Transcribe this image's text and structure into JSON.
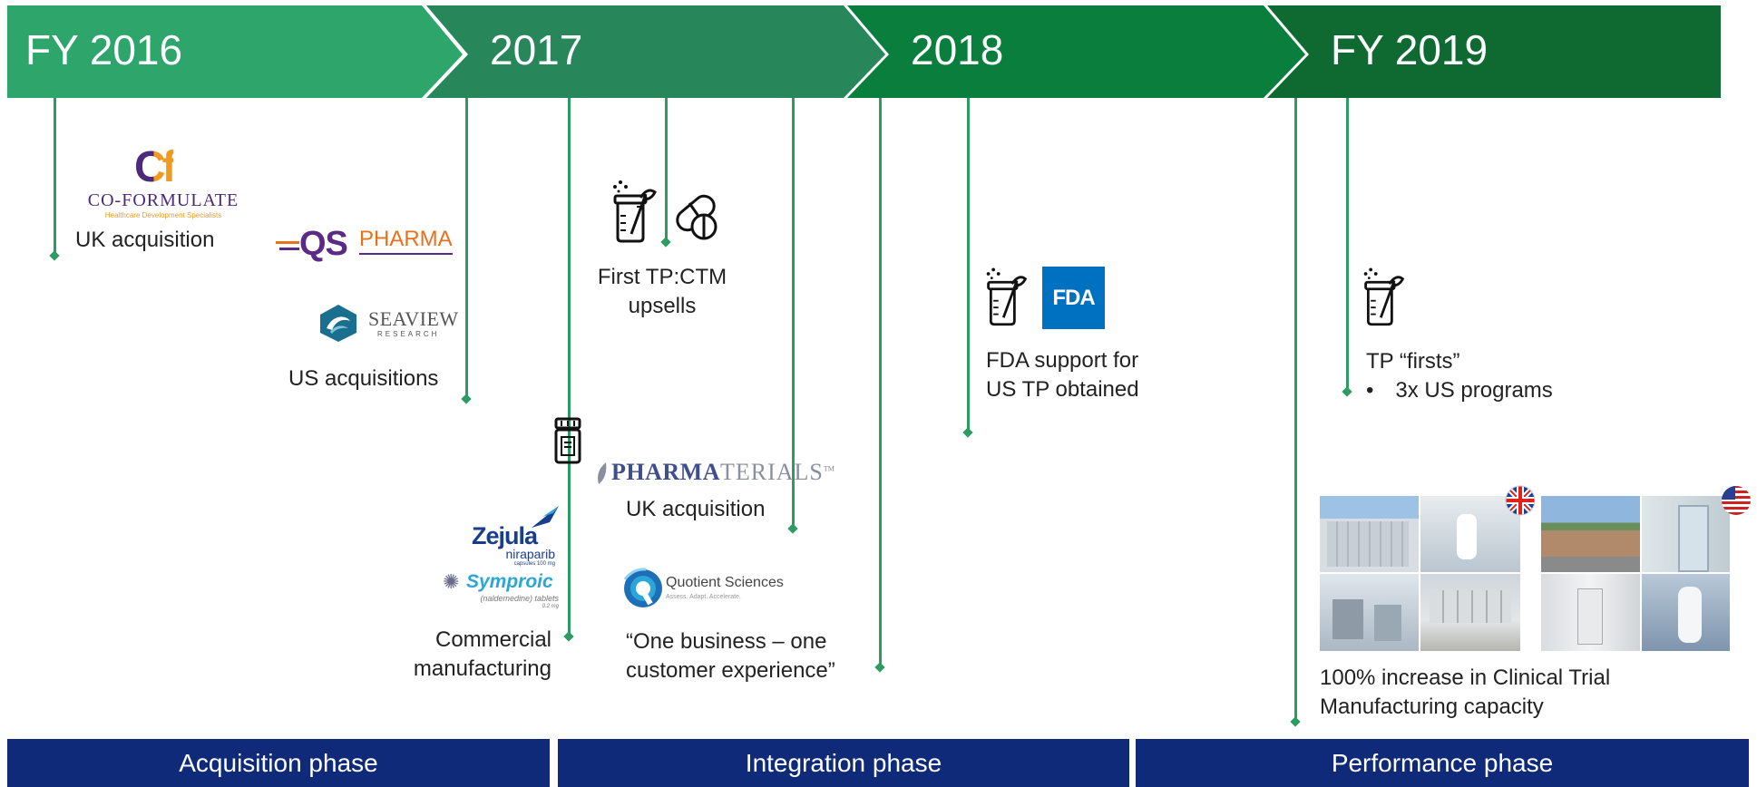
{
  "timeline": {
    "years": [
      "FY 2016",
      "2017",
      "2018",
      "FY 2019"
    ]
  },
  "events": {
    "coformulate": {
      "logo_mark": "Cf",
      "logo_name": "CO-FORMULATE",
      "logo_tagline": "Healthcare Development Specialists",
      "caption": "UK acquisition"
    },
    "qs": {
      "logo_qs": "QS",
      "logo_pharma": "PHARMA"
    },
    "seaview": {
      "logo_name": "SEAVIEW",
      "logo_sub": "RESEARCH",
      "caption": "US acquisitions"
    },
    "commercial": {
      "zejula": "Zejula",
      "zejula_sub": "niraparib",
      "zejula_small": "capsules 100 mg",
      "symproic": "Symproic",
      "symproic_sub": "(naldemedine) tablets",
      "symproic_small": "0.2 mg",
      "caption_line1": "Commercial",
      "caption_line2": "manufacturing"
    },
    "tp_ctm": {
      "caption_line1": "First TP:CTM",
      "caption_line2": "upsells"
    },
    "pharmaterials": {
      "logo_ph": "PHARMA",
      "logo_terials": "TERIALS",
      "caption": "UK acquisition"
    },
    "quotient": {
      "logo_name": "Quotient Sciences",
      "logo_tagline": "Assess. Adapt. Accelerate.",
      "caption_line1": "“One business – one",
      "caption_line2": "customer experience”"
    },
    "fda": {
      "badge": "FDA",
      "caption_line1": "FDA support for",
      "caption_line2": "US TP obtained"
    },
    "tp_firsts": {
      "caption": "TP “firsts”",
      "bullet": "•",
      "bullet_text": "3x US programs"
    },
    "capacity": {
      "caption_line1": "100% increase in Clinical Trial",
      "caption_line2": "Manufacturing capacity"
    }
  },
  "phases": [
    "Acquisition phase",
    "Integration phase",
    "Performance phase"
  ],
  "colors": {
    "arrow1": "#2ea56b",
    "arrow2": "#27875a",
    "arrow3": "#0a7e3c",
    "arrow4": "#0f6a31",
    "connector": "#2e9b62",
    "phase_bar": "#0e2a78",
    "cf_purple": "#4b2a7b",
    "cf_orange": "#f29a1f",
    "qs_purple": "#5b2a86",
    "qs_orange": "#e8711c",
    "fda_blue": "#0070c0"
  }
}
